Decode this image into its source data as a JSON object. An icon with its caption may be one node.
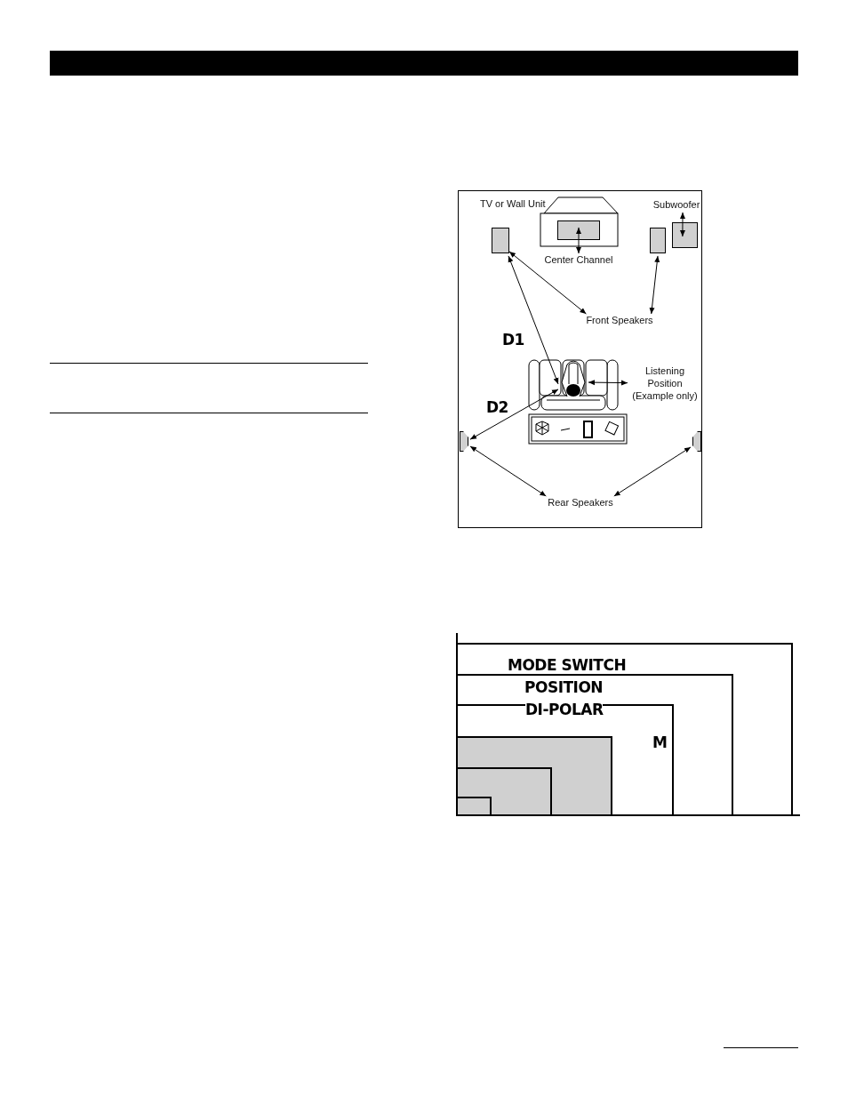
{
  "diagram": {
    "nodes": [
      {
        "text": [
          "TV or Wall Unit"
        ]
      },
      {
        "text": [],
        "shape": "box",
        "in": 0
      },
      {
        "text": [
          "Center Channel"
        ]
      },
      {
        "text": [],
        "shape": "box"
      },
      {
        "text": [],
        "shape": "box"
      },
      {
        "text": [
          "Subwoofer"
        ]
      },
      {
        "text": [],
        "shape": "box"
      },
      {
        "text": [
          "Front Speakers"
        ]
      },
      {
        "text": [],
        "shape": "person"
      },
      {
        "text": [
          "Listening Position (Example only)"
        ]
      },
      {
        "text": [],
        "shape": "box"
      },
      {
        "text": [],
        "shape": "box"
      },
      {
        "text": [
          "Rear Speakers"
        ]
      }
    ],
    "edges": [
      {
        "from": 1,
        "to": 2,
        "arrow": "both"
      },
      {
        "from": 5,
        "to": 6,
        "arrow": "both"
      },
      {
        "from": 3,
        "to": 7,
        "arrow": "both"
      },
      {
        "from": 4,
        "to": 7,
        "arrow": "both"
      },
      {
        "from": 3,
        "to": 8,
        "arrow": "both"
      },
      {
        "from": 8,
        "to": 9,
        "arrow": "both"
      },
      {
        "from": 10,
        "to": 8,
        "arrow": "both"
      },
      {
        "from": 10,
        "to": 12,
        "arrow": "both"
      },
      {
        "from": 11,
        "to": 12,
        "arrow": "both"
      }
    ],
    "labels": [
      "D1",
      "D2",
      "MODE SWITCH",
      "POSITION",
      "DI-POLAR",
      "M"
    ]
  }
}
